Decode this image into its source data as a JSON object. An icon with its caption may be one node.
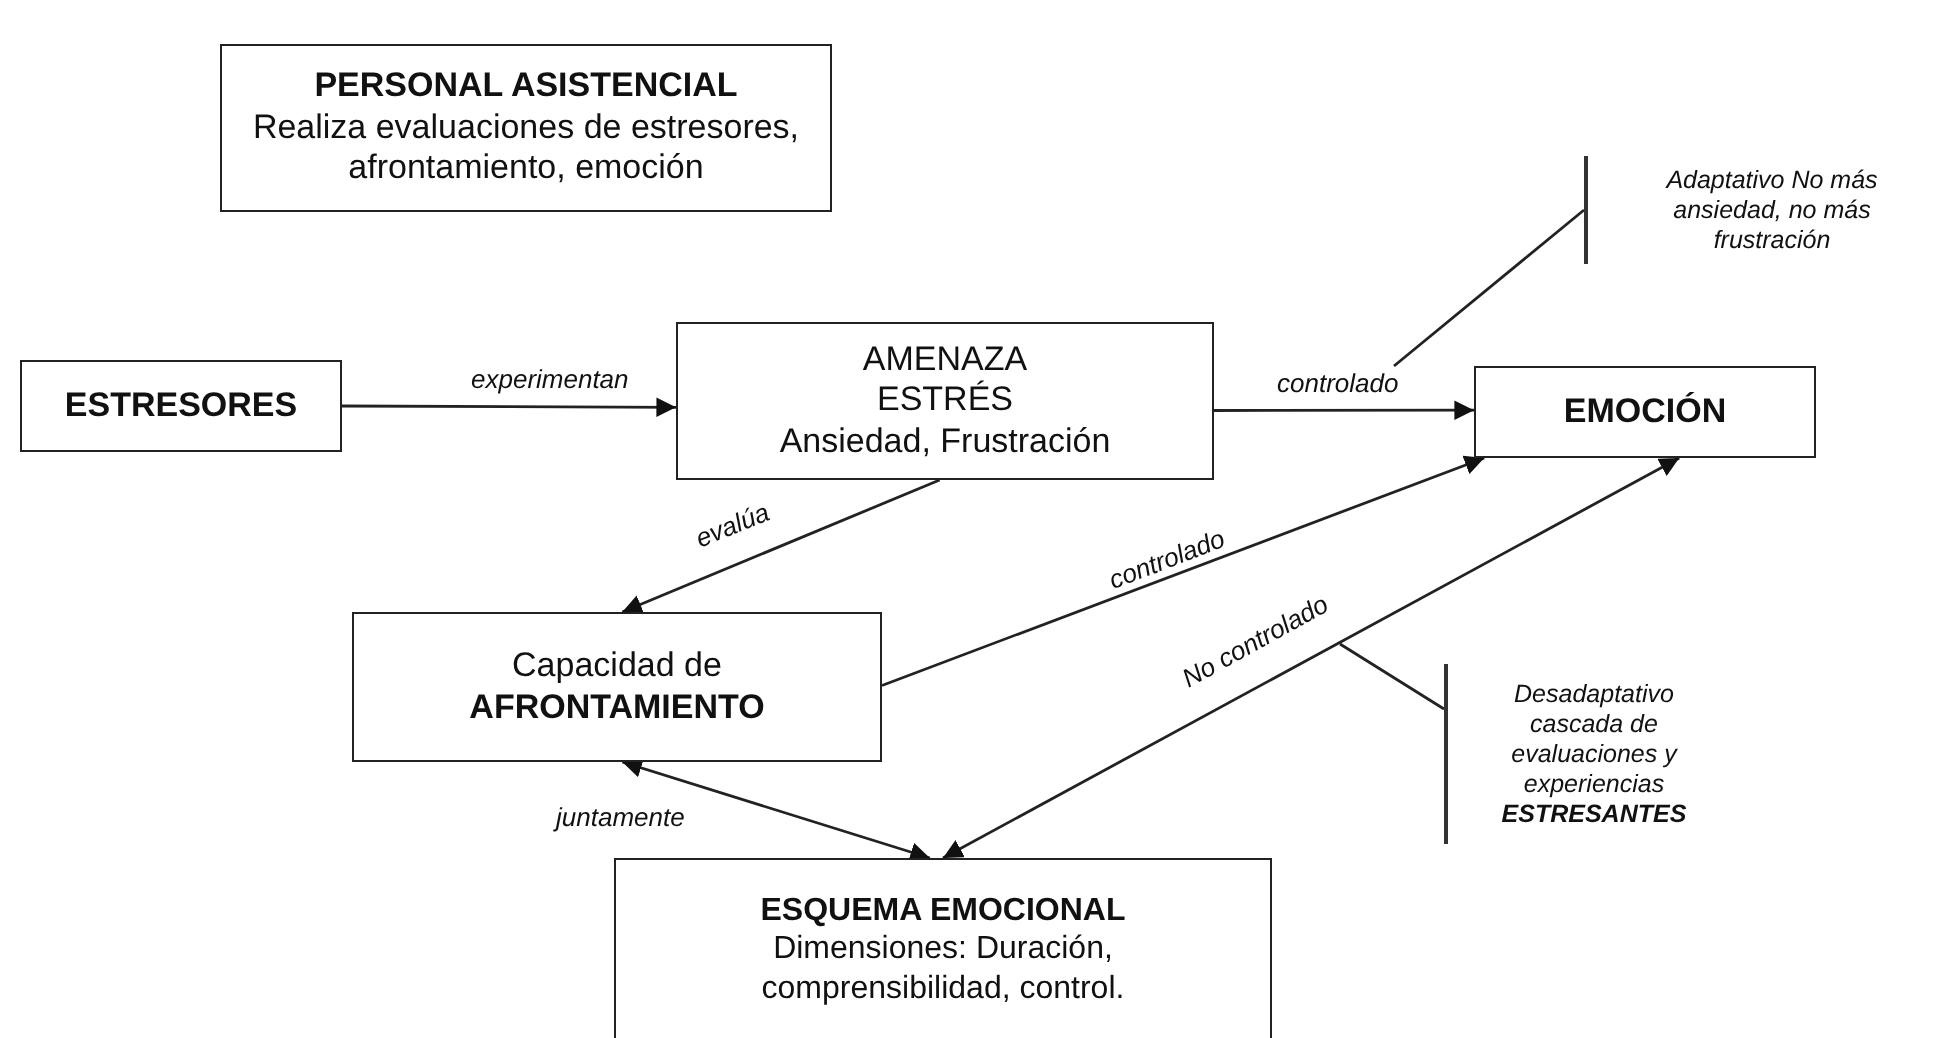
{
  "diagram": {
    "nodes": [
      {
        "text": [
          "PERSONAL ASISTENCIAL",
          "Realiza evaluaciones de estresores, afrontamiento, emoción"
        ]
      },
      {
        "text": [
          "ESTRESORES"
        ]
      },
      {
        "text": [
          "AMENAZA",
          "ESTRÉS",
          "Ansiedad, Frustración"
        ]
      },
      {
        "text": [
          "EMOCIÓN"
        ]
      },
      {
        "text": [
          "Capacidad de **AFRONTAMIENTO**"
        ]
      },
      {
        "text": [
          "ESQUEMA EMOCIONAL",
          "Dimensiones: Duración, comprensibilidad, control."
        ]
      },
      {
        "text": [
          "Adaptativo No más ansiedad, no más frustración"
        ]
      },
      {
        "text": [
          "Desadaptativo cascada de evaluaciones y experiencias **ESTRESANTES**"
        ]
      }
    ],
    "edges": [
      {
        "from": 1,
        "to": 2,
        "arrow": "to",
        "label": "experimentan"
      },
      {
        "from": 2,
        "to": 3,
        "arrow": "to",
        "label": "controlado"
      },
      {
        "from": 2,
        "to": 4,
        "arrow": "to",
        "label": "evalúa"
      },
      {
        "from": 4,
        "to": 3,
        "arrow": "to",
        "label": "controlado"
      },
      {
        "from": 3,
        "to": 5,
        "arrow": "both",
        "label": "No controlado"
      },
      {
        "from": 4,
        "to": 5,
        "arrow": "both",
        "label": "juntamente"
      },
      {
        "from": 6,
        "to": null,
        "arrow": "none"
      },
      {
        "from": 7,
        "to": null,
        "arrow": "none"
      }
    ]
  }
}
